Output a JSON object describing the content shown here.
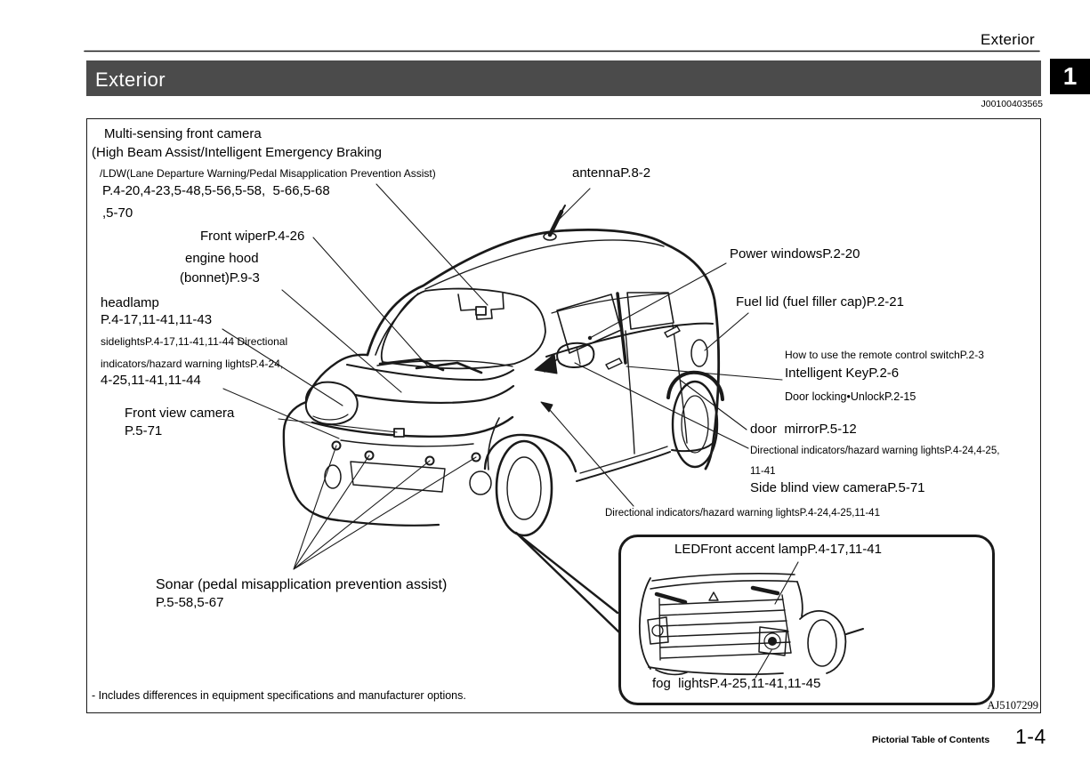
{
  "header": {
    "page_topic": "Exterior",
    "section_title": "Exterior",
    "chapter_number": "1",
    "doc_code": "J00100403565"
  },
  "footer": {
    "section_ref": "Pictorial Table of Contents",
    "page_number": "1-4"
  },
  "colors": {
    "header_bar_bg": "#4b4b4b",
    "chapter_tab_bg": "#000000",
    "line_art": "#1a1a1a",
    "page_bg": "#ffffff"
  },
  "diagram": {
    "figure_code": "AJ5107299",
    "note": "- Includes differences in equipment specifications and manufacturer options.",
    "labels": {
      "camera_l1": "Multi-sensing front camera",
      "camera_l2": "(High Beam Assist/Intelligent Emergency Braking",
      "camera_l3": "/LDW(Lane Departure Warning/Pedal Misapplication Prevention Assist)",
      "camera_l4": "P.4-20,4-23,5-48,5-56,5-58,  5-66,5-68",
      "camera_l5": ",5-70",
      "antenna": "antennaP.8-2",
      "front_wiper": "Front wiperP.4-26",
      "engine_hood_l1": "engine hood",
      "engine_hood_l2": "(bonnet)P.9-3",
      "headlamp_l1": "headlamp",
      "headlamp_l2": "P.4-17,11-41,11-43",
      "sidelights_l1": "sidelightsP.4-17,11-41,11-44 Directional",
      "sidelights_l2": "indicators/hazard warning lightsP.4-24,",
      "sidelights_l3": "4-25,11-41,11-44",
      "front_view_camera_l1": "Front view camera",
      "front_view_camera_l2": "P.5-71",
      "power_windows": "Power windowsP.2-20",
      "fuel_lid": "Fuel lid (fuel filler cap)P.2-21",
      "remote_switch": "How to use the remote control switchP.2-3",
      "intelligent_key": "Intelligent KeyP.2-6",
      "door_locking": "Door locking•UnlockP.2-15",
      "door_mirror": "door  mirrorP.5-12",
      "mirror_indicators_l1": "Directional indicators/hazard warning lightsP.4-24,4-25,",
      "mirror_indicators_l2": "11-41",
      "side_blind_camera": "Side blind view cameraP.5-71",
      "lower_indicators": "Directional indicators/hazard warning lightsP.4-24,4-25,11-41",
      "sonar_l1": "Sonar (pedal misapplication prevention assist)",
      "sonar_l2": "P.5-58,5-67",
      "led_accent": "LEDFront accent lampP.4-17,11-41",
      "fog_lights": "fog  lightsP.4-25,11-41,11-45"
    }
  }
}
